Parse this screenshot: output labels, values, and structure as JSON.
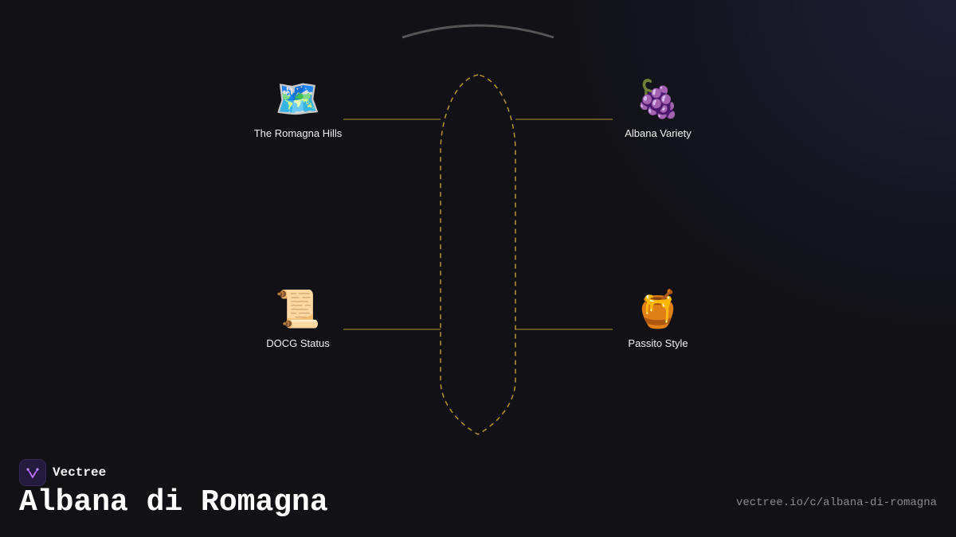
{
  "nodes": [
    {
      "emoji": "🗺️",
      "label": "The Romagna Hills"
    },
    {
      "emoji": "🍇",
      "label": "Albana Variety"
    },
    {
      "emoji": "📜",
      "label": "DOCG Status"
    },
    {
      "emoji": "🍯",
      "label": "Passito Style"
    }
  ],
  "footer": {
    "brand": "Vectree",
    "title": "Albana di Romagna",
    "url": "vectree.io/c/albana-di-romagna"
  },
  "colors": {
    "background": "#111116",
    "connector": "#b8952e",
    "top_arc": "#555555",
    "logo_accent": "#a855f7"
  }
}
